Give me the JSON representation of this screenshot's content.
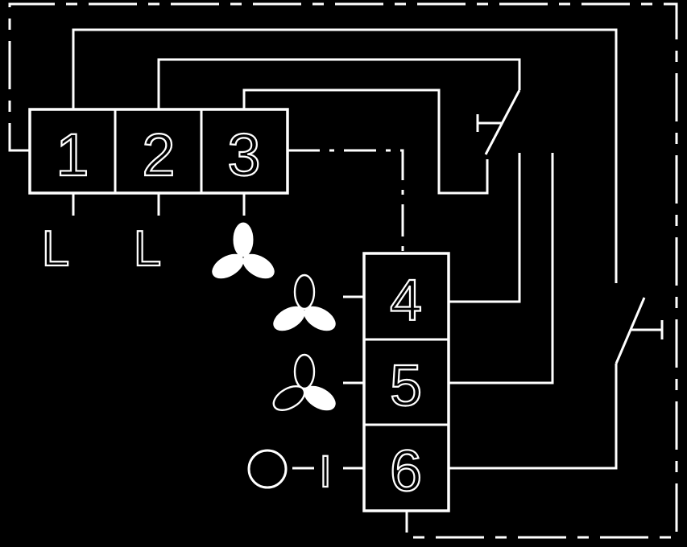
{
  "colors": {
    "background": "#000000",
    "line": "#ffffff"
  },
  "terminals_top": [
    "1",
    "2",
    "3"
  ],
  "terminals_right": [
    "4",
    "5",
    "6"
  ],
  "labels": {
    "l1": "L",
    "l2": "L",
    "off_mark": "I"
  },
  "icons": {
    "terminal_3": "fan-high-speed-icon",
    "terminal_4": "fan-medium-speed-icon",
    "terminal_5": "fan-low-speed-icon",
    "terminal_6": "on-off-switch-icon"
  }
}
